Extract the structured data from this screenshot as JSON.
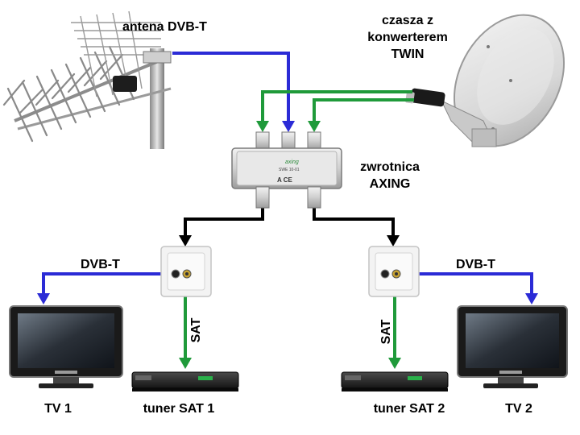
{
  "labels": {
    "antenna": "antena DVB-T",
    "dish_line1": "czasza z",
    "dish_line2": "konwerterem",
    "dish_line3": "TWIN",
    "switch_line1": "zwrotnica",
    "switch_line2": "AXING",
    "dvbt_left": "DVB-T",
    "dvbt_right": "DVB-T",
    "sat_left": "SAT",
    "sat_right": "SAT",
    "tv1": "TV 1",
    "tv2": "TV 2",
    "tuner1": "tuner SAT 1",
    "tuner2": "tuner SAT 2"
  },
  "switch_device": {
    "brand": "axing",
    "model": "SWE 10-01",
    "mark": "A CE"
  },
  "colors": {
    "terrestrial_line": "#2b2bd6",
    "satellite_line": "#1f9a3a",
    "trunk_line": "#000000"
  }
}
